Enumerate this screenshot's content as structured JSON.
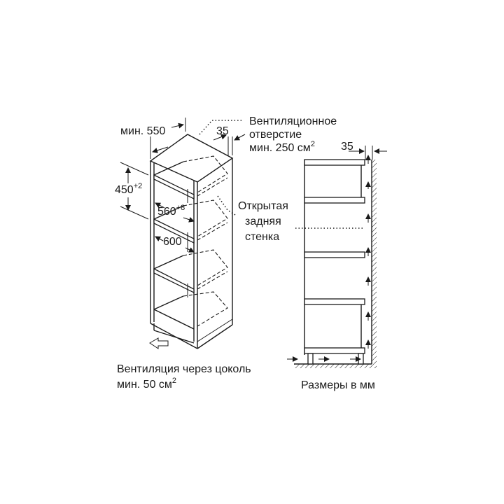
{
  "left_diagram": {
    "depth_label": "мин. 550",
    "gap_label": "35",
    "vent_top_lines": [
      "Вентиляционное",
      "отверстие",
      "мин. 250 см"
    ],
    "vent_top_sup": "2",
    "height_label": "450",
    "height_tol": "+2",
    "inner_width_label": "560",
    "inner_width_tol": "+8",
    "outer_width_label": "600",
    "open_back_lines": [
      "Открытая",
      "задняя",
      "стенка"
    ],
    "vent_plinth_lines": [
      "Вентиляция через цоколь",
      "мин. 50 см"
    ],
    "vent_plinth_sup": "2"
  },
  "right_diagram": {
    "gap_label": "35",
    "units_note": "Размеры в мм"
  }
}
